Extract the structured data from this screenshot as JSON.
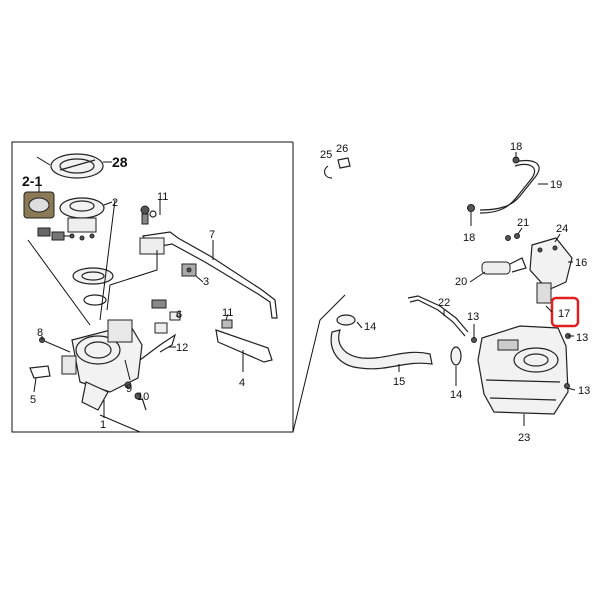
{
  "diagram": {
    "callouts": {
      "c1": "1",
      "c2": "2",
      "c2_1": "2-1",
      "c3": "3",
      "c4": "4",
      "c5": "5",
      "c6": "6",
      "c7": "7",
      "c8": "8",
      "c9": "9",
      "c10": "10",
      "c11a": "11",
      "c11b": "11",
      "c12": "12",
      "c13a": "13",
      "c13b": "13",
      "c13c": "13",
      "c14a": "14",
      "c14b": "14",
      "c15": "15",
      "c16": "16",
      "c17": "17",
      "c18a": "18",
      "c18b": "18",
      "c19": "19",
      "c20": "20",
      "c21": "21",
      "c22": "22",
      "c23": "23",
      "c24": "24",
      "c25": "25",
      "c26": "26",
      "c28": "28"
    },
    "highlight_color": "#e02020"
  }
}
